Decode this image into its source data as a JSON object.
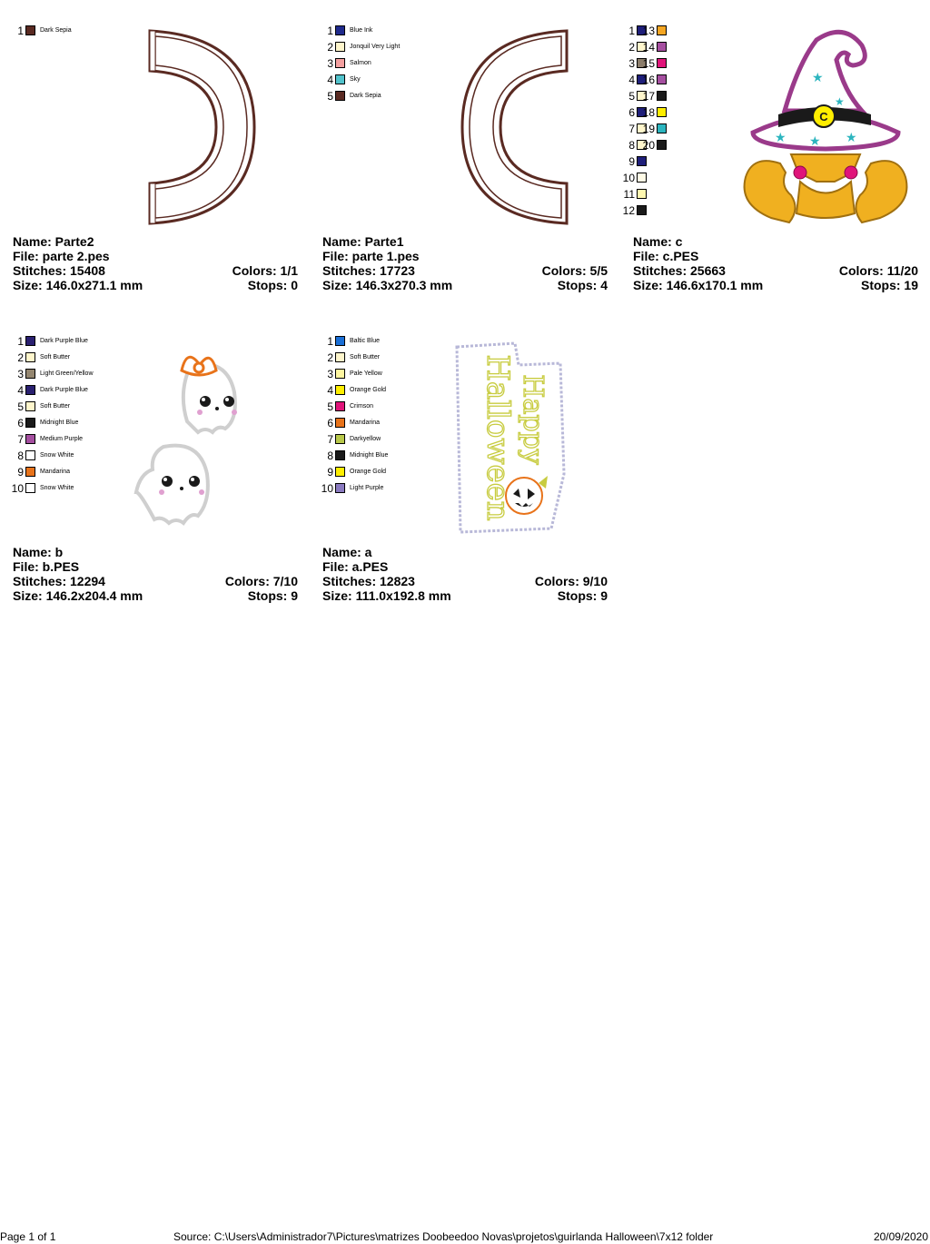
{
  "designs": [
    {
      "name": "Name: Parte2",
      "file": "File: parte 2.pes",
      "stitches": "Stitches: 15408",
      "colors": "Colors: 1/1",
      "size": "Size: 146.0x271.1 mm",
      "stops": "Stops: 0",
      "palette": [
        {
          "num": "1",
          "color": "#5a2a22",
          "name": "Dark Sepia"
        }
      ]
    },
    {
      "name": "Name: Parte1",
      "file": "File: parte 1.pes",
      "stitches": "Stitches: 17723",
      "colors": "Colors: 5/5",
      "size": "Size: 146.3x270.3 mm",
      "stops": "Stops: 4",
      "palette": [
        {
          "num": "1",
          "color": "#1f2a8c",
          "name": "Blue Ink"
        },
        {
          "num": "2",
          "color": "#fff6cc",
          "name": "Jonquil Very Light"
        },
        {
          "num": "3",
          "color": "#f4a0a0",
          "name": "Salmon"
        },
        {
          "num": "4",
          "color": "#52c3cc",
          "name": "Sky"
        },
        {
          "num": "5",
          "color": "#5a2a22",
          "name": "Dark Sepia"
        }
      ]
    },
    {
      "name": "Name: c",
      "file": "File: c.PES",
      "stitches": "Stitches: 25663",
      "colors": "Colors: 11/20",
      "size": "Size: 146.6x170.1 mm",
      "stops": "Stops: 19",
      "palette": [
        {
          "num": "1",
          "color": "#1f1f7a"
        },
        {
          "num": "2",
          "color": "#fff6cc"
        },
        {
          "num": "3",
          "color": "#8b7d6b"
        },
        {
          "num": "4",
          "color": "#1f1f7a"
        },
        {
          "num": "5",
          "color": "#fff6cc"
        },
        {
          "num": "6",
          "color": "#1f1f7a"
        },
        {
          "num": "7",
          "color": "#fff6cc"
        },
        {
          "num": "8",
          "color": "#fff6cc"
        },
        {
          "num": "9",
          "color": "#1f1f7a"
        },
        {
          "num": "10",
          "color": "#fffbe6"
        },
        {
          "num": "11",
          "color": "#fff8b0"
        },
        {
          "num": "12",
          "color": "#1a1a1a"
        },
        {
          "num": "13",
          "color": "#f5a623"
        },
        {
          "num": "14",
          "color": "#a54fa0"
        },
        {
          "num": "15",
          "color": "#e0147a"
        },
        {
          "num": "16",
          "color": "#a54fa0"
        },
        {
          "num": "17",
          "color": "#1a1a1a"
        },
        {
          "num": "18",
          "color": "#ffee00"
        },
        {
          "num": "19",
          "color": "#2cb5bf"
        },
        {
          "num": "20",
          "color": "#1a1a1a"
        }
      ]
    },
    {
      "name": "Name: b",
      "file": "File: b.PES",
      "stitches": "Stitches: 12294",
      "colors": "Colors: 7/10",
      "size": "Size: 146.2x204.4 mm",
      "stops": "Stops: 9",
      "palette": [
        {
          "num": "1",
          "color": "#2a2070",
          "name": "Dark Purple Blue"
        },
        {
          "num": "2",
          "color": "#fff6cc",
          "name": "Soft Butter"
        },
        {
          "num": "3",
          "color": "#948670",
          "name": "Light Green/Yellow"
        },
        {
          "num": "4",
          "color": "#2a2070",
          "name": "Dark Purple Blue"
        },
        {
          "num": "5",
          "color": "#fff6cc",
          "name": "Soft Butter"
        },
        {
          "num": "6",
          "color": "#1a1a1a",
          "name": "Midnight Blue"
        },
        {
          "num": "7",
          "color": "#a54fa0",
          "name": "Medium Purple"
        },
        {
          "num": "8",
          "color": "#ffffff",
          "name": "Snow White"
        },
        {
          "num": "9",
          "color": "#e8731a",
          "name": "Mandarina"
        },
        {
          "num": "10",
          "color": "#ffffff",
          "name": "Snow White"
        }
      ]
    },
    {
      "name": "Name: a",
      "file": "File: a.PES",
      "stitches": "Stitches: 12823",
      "colors": "Colors: 9/10",
      "size": "Size: 111.0x192.8 mm",
      "stops": "Stops: 9",
      "palette": [
        {
          "num": "1",
          "color": "#1a6fd6",
          "name": "Baltic Blue"
        },
        {
          "num": "2",
          "color": "#fff6cc",
          "name": "Soft Butter"
        },
        {
          "num": "3",
          "color": "#fff6a0",
          "name": "Pale Yellow"
        },
        {
          "num": "4",
          "color": "#ffee00",
          "name": "Orange Gold"
        },
        {
          "num": "5",
          "color": "#e0147a",
          "name": "Crimson"
        },
        {
          "num": "6",
          "color": "#e8731a",
          "name": "Mandarina"
        },
        {
          "num": "7",
          "color": "#b8c84a",
          "name": "Darkyellow"
        },
        {
          "num": "8",
          "color": "#1a1a1a",
          "name": "Midnight Blue"
        },
        {
          "num": "9",
          "color": "#ffee00",
          "name": "Orange Gold"
        },
        {
          "num": "10",
          "color": "#8a7ac0",
          "name": "Light Purple"
        }
      ]
    }
  ],
  "artwork_text": {
    "happy": "Happy",
    "halloween": "Halloween",
    "hat_letter": "C"
  },
  "footer": {
    "page": "Page 1 of 1",
    "source": "Source: C:\\Users\\Administrador7\\Pictures\\matrizes Doobeedoo Novas\\projetos\\guirlanda Halloween\\7x12 folder",
    "date": "20/09/2020"
  }
}
